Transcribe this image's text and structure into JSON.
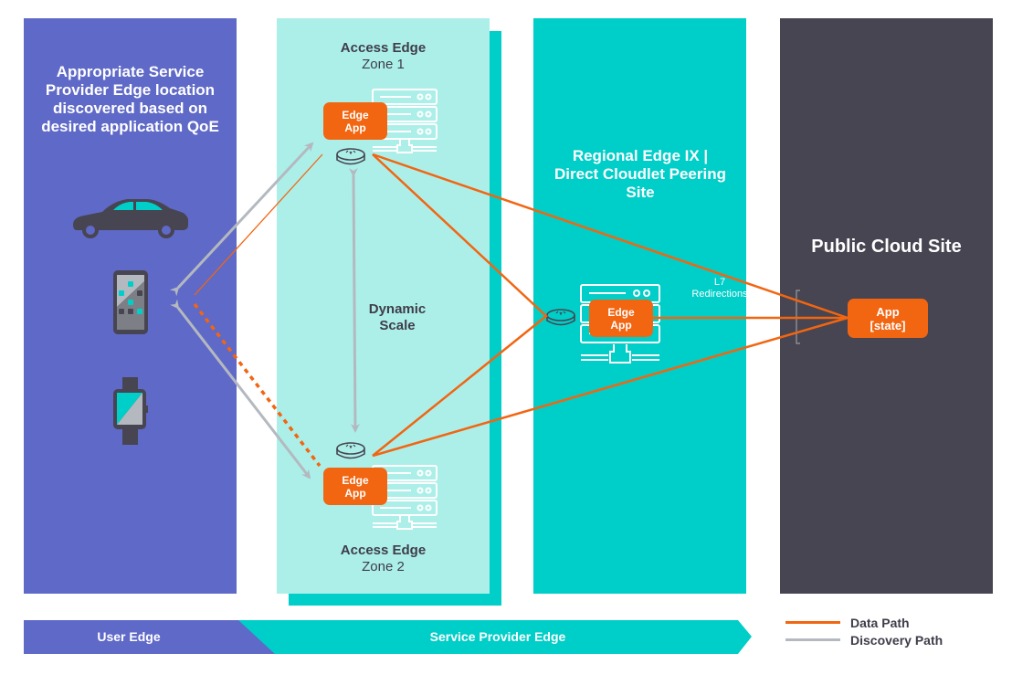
{
  "colors": {
    "user_edge": "#5f69c7",
    "access_edge": "#acefe9",
    "teal": "#00cec8",
    "cloud": "#474551",
    "data_path": "#f26511",
    "discovery_path": "#b4b9c0",
    "dark_text": "#3f3d4a"
  },
  "panels": {
    "user": {
      "title": "Appropriate Service Provider Edge location discovered based on desired application QoE",
      "devices": [
        "car-icon",
        "smartphone-icon",
        "smartwatch-icon"
      ]
    },
    "access_zone1": {
      "title": "Access Edge",
      "subtitle": "Zone 1",
      "app_line1": "Edge",
      "app_line2": "App"
    },
    "access_zone2": {
      "title": "Access Edge",
      "subtitle": "Zone 2",
      "app_line1": "Edge",
      "app_line2": "App"
    },
    "dynamic_scale": "Dynamic Scale",
    "regional": {
      "title": "Regional Edge IX | Direct Cloudlet Peering Site",
      "app_line1": "Edge",
      "app_line2": "App",
      "redirect_label": "L7 Redirections"
    },
    "cloud": {
      "title": "Public Cloud Site",
      "app_line1": "App",
      "app_line2": "[state]"
    }
  },
  "bottom_bar": {
    "user_edge": "User Edge",
    "service_provider_edge": "Service Provider Edge"
  },
  "legend": [
    {
      "label": "Data Path",
      "color": "#f26511"
    },
    {
      "label": "Discovery Path",
      "color": "#b4b9c0"
    }
  ]
}
